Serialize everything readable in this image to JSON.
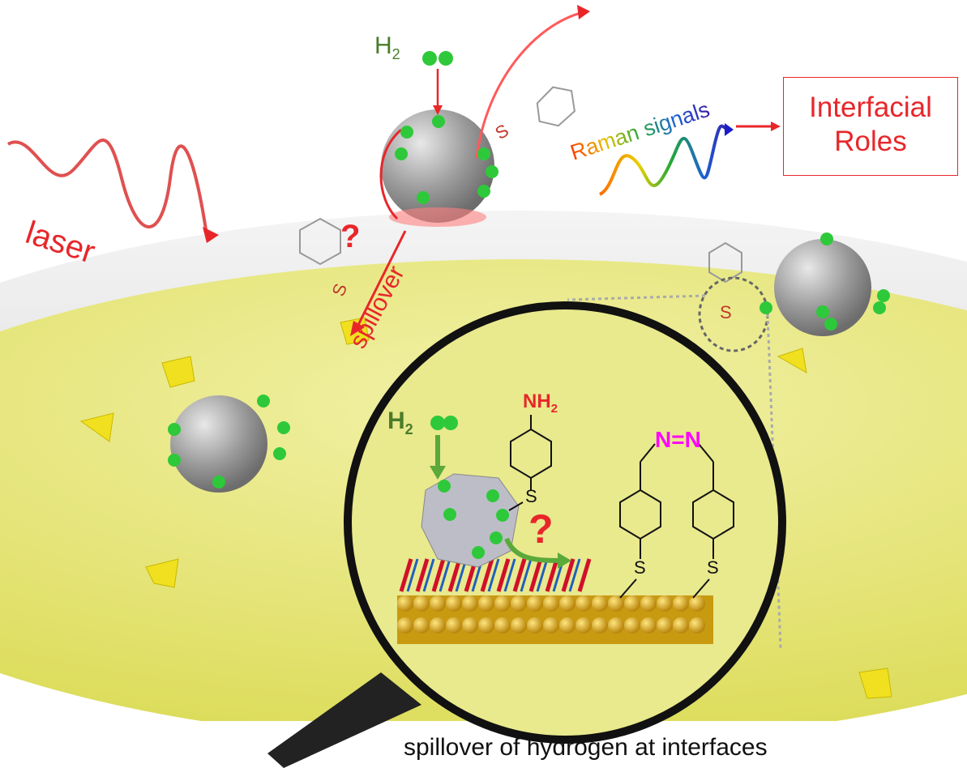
{
  "labels": {
    "h2_top": "H",
    "h2_top_sub": "2",
    "laser": "laser",
    "spillover": "spillover",
    "raman_signals": "Raman signals",
    "interfacial_roles": "Interfacial Roles",
    "nh2": "NH",
    "nh2_sub": "2",
    "h2_inset": "H",
    "h2_inset_sub": "2",
    "azo": "N=N",
    "sulfur": "S",
    "question": "?",
    "caption": "spillover of hydrogen at interfaces"
  },
  "colors": {
    "red": "#e8262a",
    "green": "#4a7c2a",
    "yellow": "#e8e67a",
    "gold": "#d4a017",
    "magenta": "#ff00ff"
  }
}
